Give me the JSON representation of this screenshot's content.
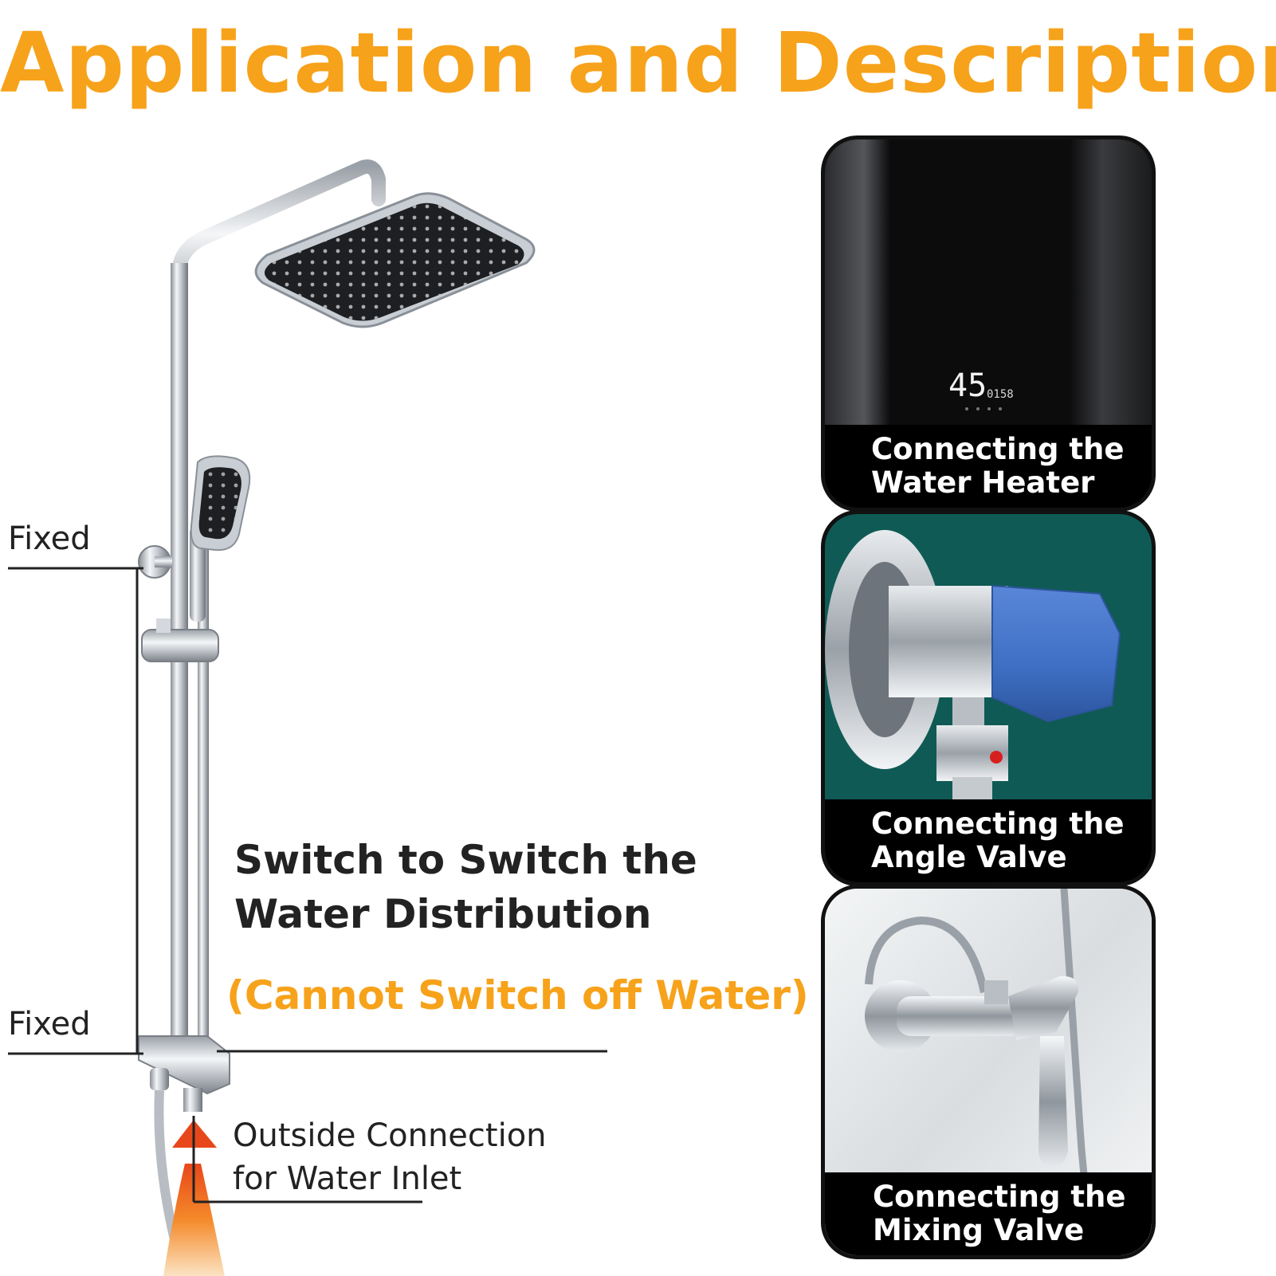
{
  "title": "Application and Description",
  "labels": {
    "fixed_top": "Fixed",
    "fixed_bottom": "Fixed"
  },
  "description": {
    "line1": "Switch to Switch the",
    "line2": "Water Distribution",
    "note": "(Cannot Switch off Water)",
    "inlet_line1": "Outside Connection",
    "inlet_line2": "for Water Inlet"
  },
  "cards": [
    {
      "line1": "Connecting the",
      "line2": "Water Heater",
      "display": {
        "temp": "45",
        "small": "0158"
      }
    },
    {
      "line1": "Connecting the",
      "line2": "Angle Valve"
    },
    {
      "line1": "Connecting the",
      "line2": "Mixing Valve"
    }
  ],
  "colors": {
    "accent": "#f7a21b",
    "text": "#222222",
    "card_bg": "#000000",
    "teal_bg": "#0f5a55",
    "valve_blue": "#3e6fc4"
  }
}
